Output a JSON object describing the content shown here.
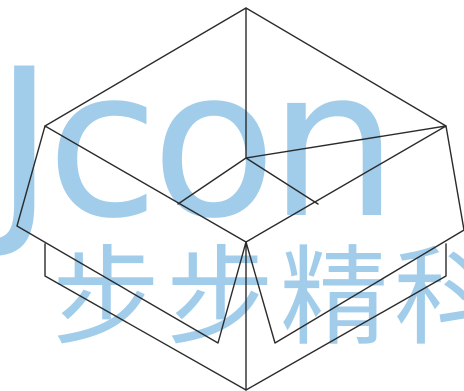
{
  "figure": {
    "subject": "open-cardboard-box-line-drawing"
  },
  "watermark": {
    "line1": "Jcon",
    "line2": "步步精科",
    "color": "#9dcbea"
  },
  "colors": {
    "stroke": "#2b2b2b",
    "background": "#ffffff"
  }
}
